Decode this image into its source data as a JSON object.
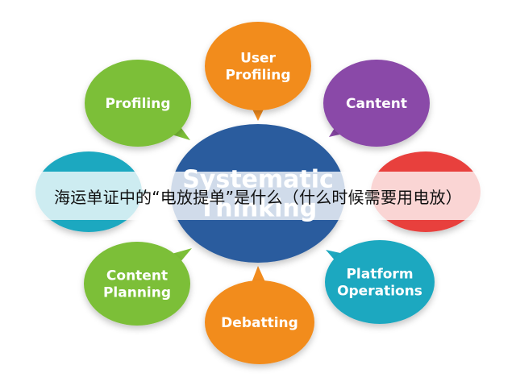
{
  "diagram": {
    "center": {
      "label_lines": [
        "Systematic",
        "Thinking"
      ],
      "color": "#2a5c9e"
    },
    "nodes": [
      {
        "id": "user-profiling",
        "label_lines": [
          "User",
          "Profiling"
        ],
        "color": "#f28c1e"
      },
      {
        "id": "cantent",
        "label_lines": [
          "Cantent"
        ],
        "color": "#8a48a8"
      },
      {
        "id": "right-red",
        "label_lines": [],
        "color": "#e8403e"
      },
      {
        "id": "platform-operations",
        "label_lines": [
          "Platform",
          "Operations"
        ],
        "color": "#1ea8c0"
      },
      {
        "id": "debatting",
        "label_lines": [
          "Debatting"
        ],
        "color": "#f28c1e"
      },
      {
        "id": "content-planning",
        "label_lines": [
          "Content",
          "Planning"
        ],
        "color": "#7cbf38"
      },
      {
        "id": "left-teal",
        "label_lines": [],
        "color": "#1ea8c0"
      },
      {
        "id": "profiling",
        "label_lines": [
          "Profiling"
        ],
        "color": "#7cbf38"
      }
    ]
  },
  "banner": {
    "text": "海运单证中的“电放提单”是什么（什么时候需要用电放）"
  }
}
